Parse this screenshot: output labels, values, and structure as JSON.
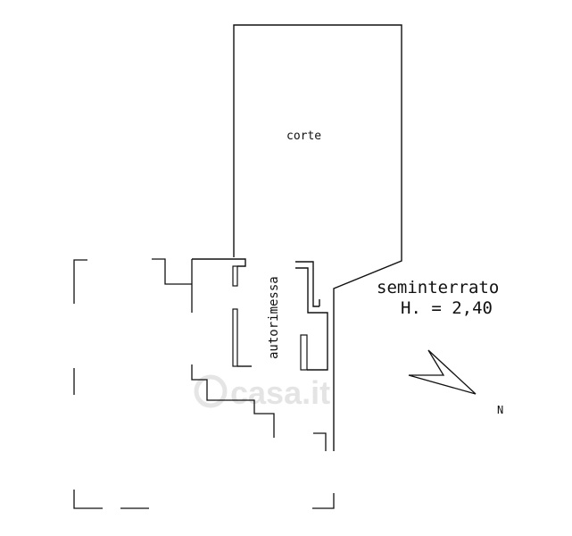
{
  "plan": {
    "room_label": "corte",
    "garage_label": "autorimessa",
    "floor_label": "seminterrato",
    "height_label": "H. = 2,40",
    "north_label": "N",
    "watermark": "casa.it"
  },
  "colors": {
    "line": "#111111",
    "watermark": "#e2e2e2",
    "background": "#ffffff"
  }
}
